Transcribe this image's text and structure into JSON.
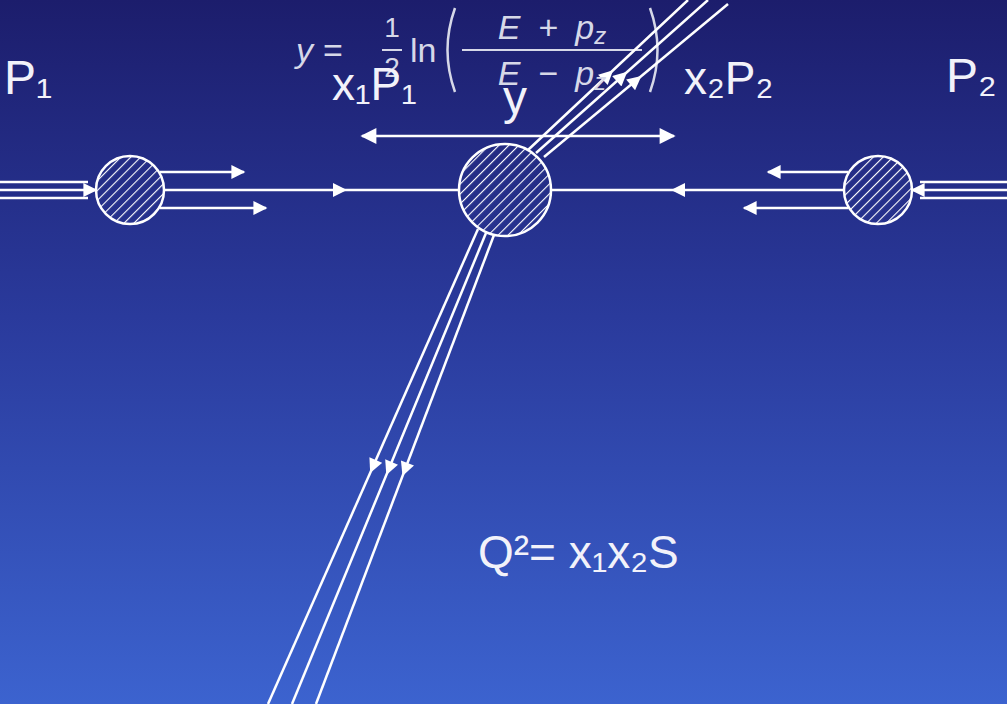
{
  "diagram": {
    "labels": [
      "y =",
      "1",
      "2",
      "ln",
      "E + p",
      "z",
      "E − p",
      "z",
      "y",
      "P₁",
      "x₁P₁",
      "x₂P₂",
      "P₂",
      "Q²= x₁x₂S"
    ]
  }
}
